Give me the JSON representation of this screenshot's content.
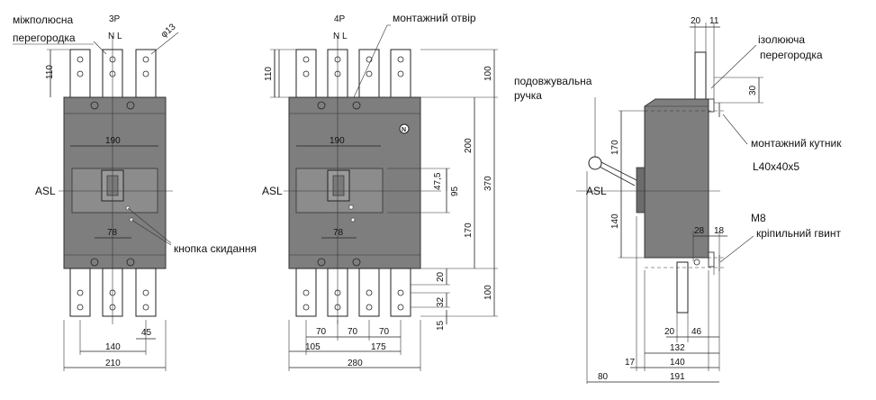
{
  "labels": {
    "pole_divider": "міжполюсна",
    "pole_divider_2": "перегородка",
    "mounting_hole": "монтажний отвір",
    "insulating_1": "ізолююча",
    "insulating_2": "перегородка",
    "extension_1": "подовжувальна",
    "extension_2": "ручка",
    "mounting_angle": "монтажний кутник",
    "angle_size": "L40x40x5",
    "m8": "M8",
    "fix_screw": "кріпильний гвинт",
    "reset_button": "кнопка скидання",
    "asl": "ASL",
    "p3": "3P",
    "p4": "4P",
    "nl": "N L",
    "phi13": "φ13"
  },
  "dims_3p": {
    "d110": "110",
    "d190": "190",
    "d78": "78",
    "d140": "140",
    "d45": "45",
    "d210": "210"
  },
  "dims_4p": {
    "d190": "190",
    "d78": "78",
    "d100a": "100",
    "d200": "200",
    "d475": "47,5",
    "d95": "95",
    "d370": "370",
    "d170": "170",
    "d20": "20",
    "d32": "32",
    "d15": "15",
    "d100b": "100",
    "d70a": "70",
    "d70b": "70",
    "d70c": "70",
    "d105": "105",
    "d175": "175",
    "d280": "280"
  },
  "dims_side": {
    "d20": "20",
    "d11": "11",
    "d30": "30",
    "d170": "170",
    "d140": "140",
    "d28": "28",
    "d18": "18",
    "d20b": "20",
    "d46": "46",
    "d132": "132",
    "d17": "17",
    "d140b": "140",
    "d80": "80",
    "d191": "191"
  }
}
